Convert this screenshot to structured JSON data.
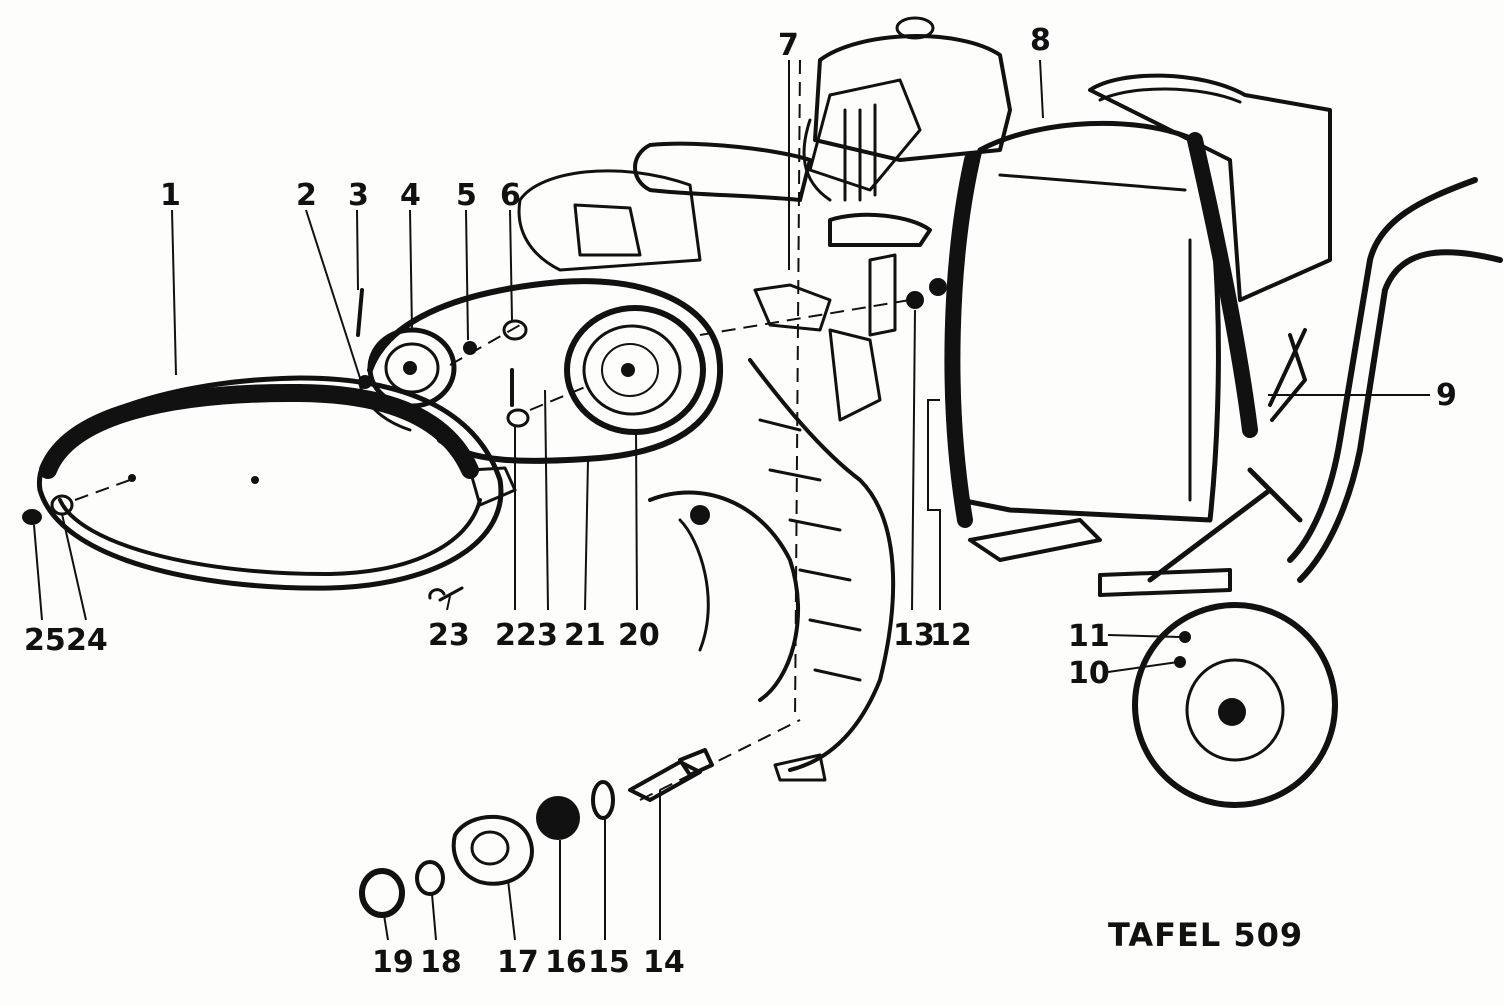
{
  "plate_label": "TAFEL 509",
  "callouts": {
    "c1": "1",
    "c2": "2",
    "c3a": "3",
    "c4": "4",
    "c5": "5",
    "c6": "6",
    "c7": "7",
    "c8": "8",
    "c9": "9",
    "c10": "10",
    "c11": "11",
    "c12": "12",
    "c13": "13",
    "c14": "14",
    "c15": "15",
    "c16": "16",
    "c17": "17",
    "c18": "18",
    "c19": "19",
    "c20": "20",
    "c21": "21",
    "c22": "22",
    "c3b": "3",
    "c23": "23",
    "c24": "24",
    "c25": "25"
  }
}
